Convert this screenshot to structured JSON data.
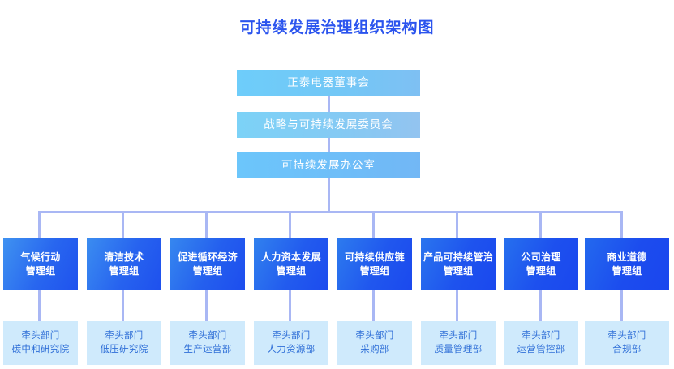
{
  "chart_data": {
    "type": "diagram",
    "title": "可持续发展治理组织架构图",
    "diagram_kind": "org-chart",
    "orientation": "top-down",
    "levels": [
      {
        "level": 1,
        "nodes": [
          {
            "label": "正泰电器董事会"
          }
        ]
      },
      {
        "level": 2,
        "nodes": [
          {
            "label": "战略与可持续发展委员会"
          }
        ]
      },
      {
        "level": 3,
        "nodes": [
          {
            "label": "可持续发展办公室"
          }
        ]
      },
      {
        "level": 4,
        "nodes": [
          {
            "line1": "气候行动",
            "line2": "管理组"
          },
          {
            "line1": "清洁技术",
            "line2": "管理组"
          },
          {
            "line1": "促进循环经济",
            "line2": "管理组"
          },
          {
            "line1": "人力资本发展",
            "line2": "管理组"
          },
          {
            "line1": "可持续供应链",
            "line2": "管理组"
          },
          {
            "line1": "产品可持续管治",
            "line2": "管理组"
          },
          {
            "line1": "公司治理",
            "line2": "管理组"
          },
          {
            "line1": "商业道德",
            "line2": "管理组"
          }
        ]
      },
      {
        "level": 5,
        "nodes": [
          {
            "line1": "牵头部门",
            "line2": "碳中和研究院"
          },
          {
            "line1": "牵头部门",
            "line2": "低压研究院"
          },
          {
            "line1": "牵头部门",
            "line2": "生产运营部"
          },
          {
            "line1": "牵头部门",
            "line2": "人力资源部"
          },
          {
            "line1": "牵头部门",
            "line2": "采购部"
          },
          {
            "line1": "牵头部门",
            "line2": "质量管理部"
          },
          {
            "line1": "牵头部门",
            "line2": "运营管控部"
          },
          {
            "line1": "牵头部门",
            "line2": "合规部"
          }
        ]
      }
    ],
    "colors": {
      "title": "#2b54ee",
      "top_box_start": "#6ecdfa",
      "top_box_end": "#93c4f0",
      "dept_box_start": "#3b8ff0",
      "dept_box_end": "#1a46ee",
      "lead_box_bg": "#cfeafc",
      "lead_box_text": "#2f6fd7",
      "connector": "#a9b7f4",
      "background": "#ffffff"
    }
  },
  "title": {
    "text": "可持续发展治理组织架构图"
  },
  "top_chain": [
    {
      "label": "正泰电器董事会"
    },
    {
      "label": "战略与可持续发展委员会"
    },
    {
      "label": "可持续发展办公室"
    }
  ],
  "departments": [
    {
      "line1": "气候行动",
      "line2": "管理组"
    },
    {
      "line1": "清洁技术",
      "line2": "管理组"
    },
    {
      "line1": "促进循环经济",
      "line2": "管理组"
    },
    {
      "line1": "人力资本发展",
      "line2": "管理组"
    },
    {
      "line1": "可持续供应链",
      "line2": "管理组"
    },
    {
      "line1": "产品可持续管治",
      "line2": "管理组"
    },
    {
      "line1": "公司治理",
      "line2": "管理组"
    },
    {
      "line1": "商业道德",
      "line2": "管理组"
    }
  ],
  "lead_departments": [
    {
      "line1": "牵头部门",
      "line2": "碳中和研究院"
    },
    {
      "line1": "牵头部门",
      "line2": "低压研究院"
    },
    {
      "line1": "牵头部门",
      "line2": "生产运营部"
    },
    {
      "line1": "牵头部门",
      "line2": "人力资源部"
    },
    {
      "line1": "牵头部门",
      "line2": "采购部"
    },
    {
      "line1": "牵头部门",
      "line2": "质量管理部"
    },
    {
      "line1": "牵头部门",
      "line2": "运营管控部"
    },
    {
      "line1": "牵头部门",
      "line2": "合规部"
    }
  ]
}
